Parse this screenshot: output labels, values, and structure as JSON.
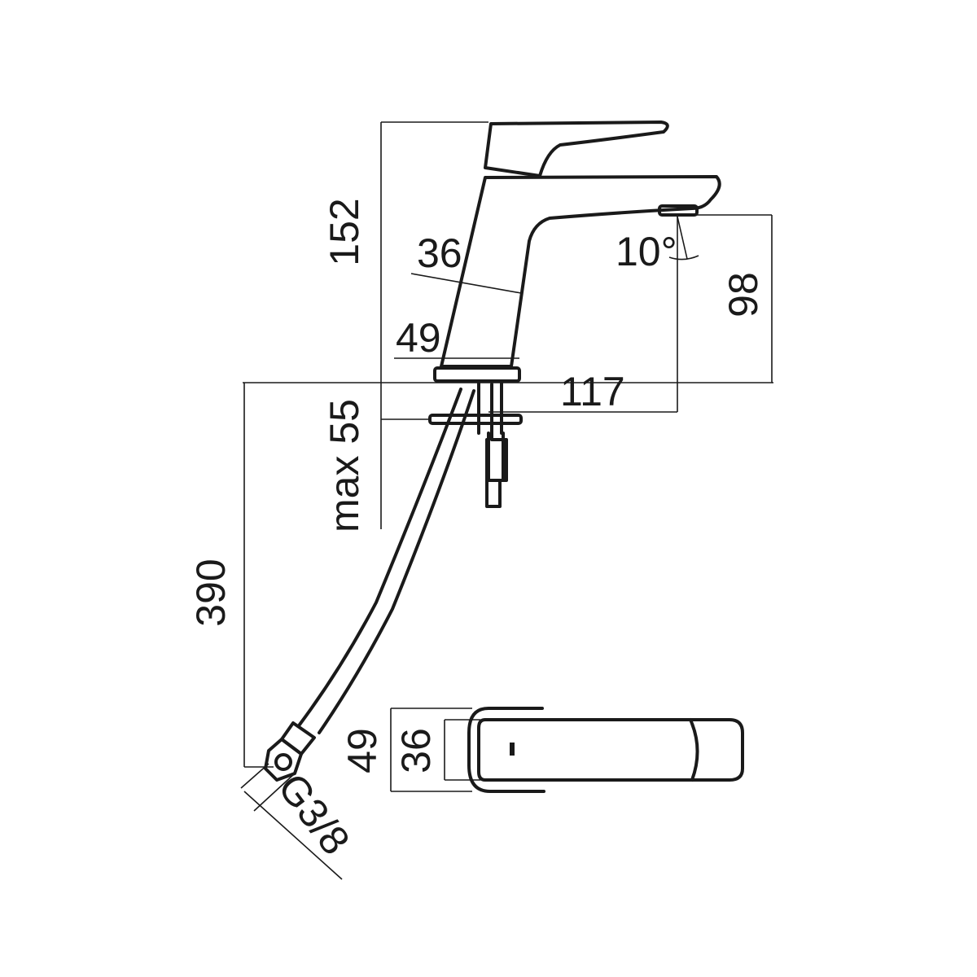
{
  "dimensions": {
    "total_height": "152",
    "body_width": "36",
    "base_diameter": "49",
    "spout_angle": "10°",
    "spout_height": "98",
    "spout_reach": "117",
    "max_deck_thickness": "max 55",
    "hose_length": "390",
    "hose_connection": "G3/8",
    "top_view_width": "49",
    "top_view_inner_width": "36"
  },
  "colors": {
    "line": "#1a1a1a",
    "background": "#ffffff"
  }
}
